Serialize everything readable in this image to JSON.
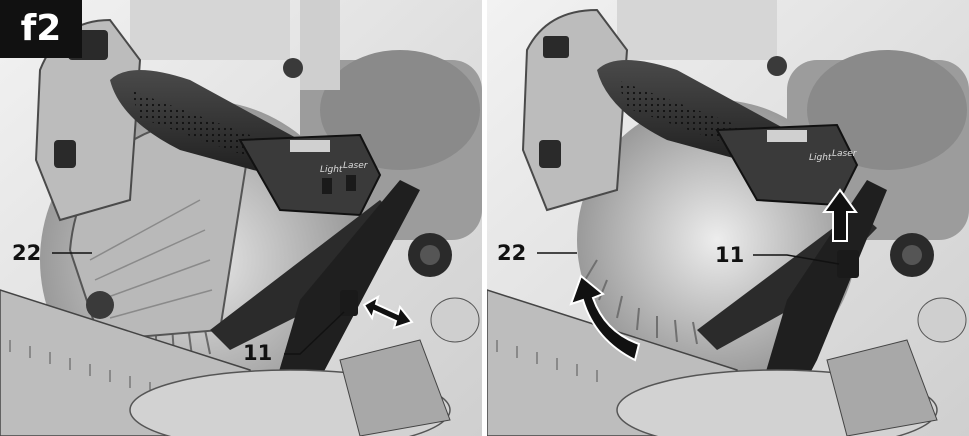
{
  "figure": {
    "badge_label": "f2",
    "colors": {
      "ink": "#111111",
      "background": "#ffffff",
      "metal": "#bdbdbd",
      "plastic": "#2e2e2e"
    },
    "left_panel": {
      "callouts": [
        {
          "label": "22"
        },
        {
          "label": "11"
        }
      ],
      "arrow_icon": "double-arrow-horizontal-icon",
      "handle_text": {
        "light": "Light",
        "laser": "Laser"
      }
    },
    "right_panel": {
      "callouts": [
        {
          "label": "22"
        },
        {
          "label": "11"
        }
      ],
      "arrow_icons": [
        "arrow-up-icon",
        "curved-arrow-icon"
      ],
      "handle_text": {
        "light": "Light",
        "laser": "Laser"
      }
    }
  }
}
